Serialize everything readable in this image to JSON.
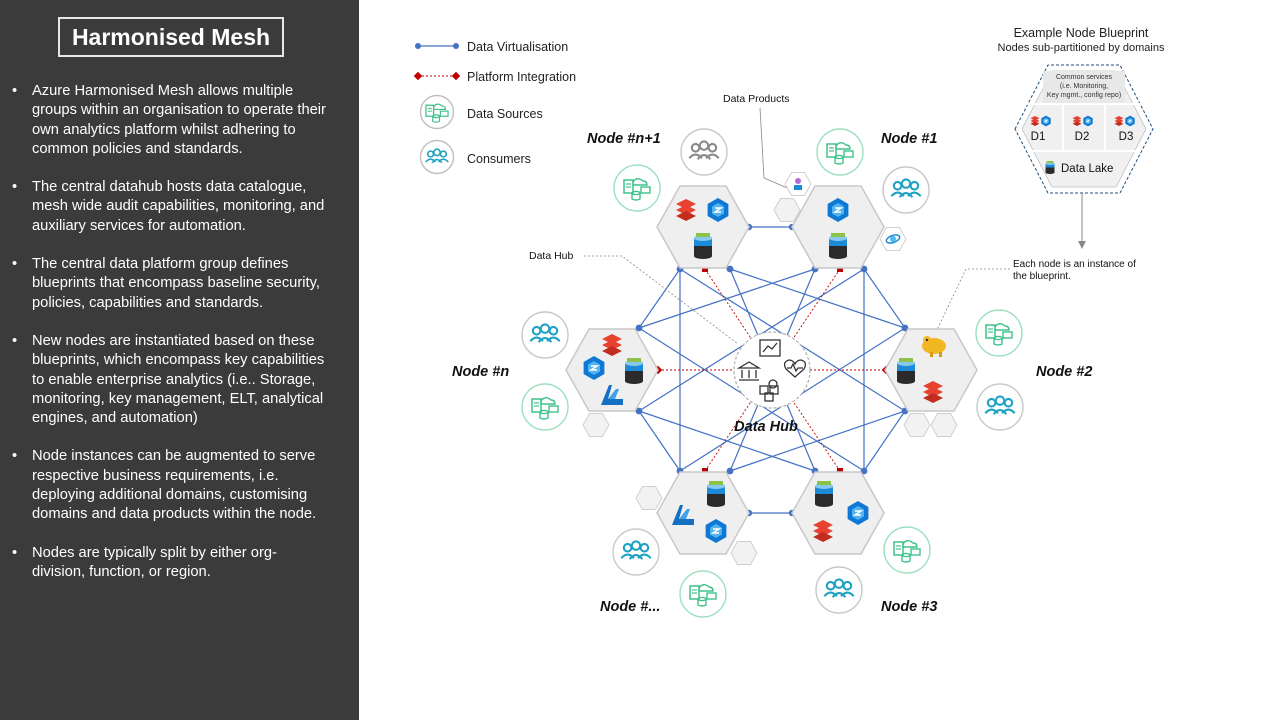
{
  "sidebar": {
    "title": "Harmonised Mesh",
    "bullets": [
      "Azure Harmonised Mesh allows multiple groups within an organisation to operate their own analytics platform whilst adhering to common policies and standards.",
      "The central datahub hosts data catalogue,  mesh wide audit capabilities, monitoring, and auxiliary services for automation.",
      "The central data platform group defines blueprints that encompass baseline security, policies, capabilities and standards.",
      "New nodes are instantiated based on these blueprints, which encompass key capabilities to enable enterprise analytics (i.e.. Storage, monitoring, key management, ELT, analytical engines, and automation)",
      "Node instances can be augmented  to serve respective business requirements, i.e. deploying additional domains, customising domains and data products within the node.",
      "Nodes are typically split by either org-division, function, or region."
    ]
  },
  "legend": {
    "virtualisation": "Data Virtualisation",
    "integration": "Platform Integration",
    "sources": "Data Sources",
    "consumers": "Consumers"
  },
  "nodes": {
    "n_plus_1": "Node #n+1",
    "one": "Node #1",
    "n": "Node #n",
    "two": "Node #2",
    "more": "Node #...",
    "three": "Node #3"
  },
  "hub": {
    "label": "Data Hub",
    "callout": "Data Hub"
  },
  "callouts": {
    "data_products": "Data Products",
    "instance_line1": "Each node is an instance of",
    "instance_line2": "the blueprint."
  },
  "blueprint": {
    "title": "Example Node Blueprint",
    "subtitle": "Nodes sub-partitioned by domains",
    "common_line1": "Common services",
    "common_line2": "(i.e. Monitoring,",
    "common_line3": "Key mgmt., config repo)",
    "d1": "D1",
    "d2": "D2",
    "d3": "D3",
    "lake": "Data Lake"
  },
  "colors": {
    "sidebar_bg": "#3b3b3b",
    "virtualisation_blue": "#4472c4",
    "integration_red": "#c00000",
    "source_green": "#3fc28a",
    "consumer_teal": "#1ea2c4"
  }
}
